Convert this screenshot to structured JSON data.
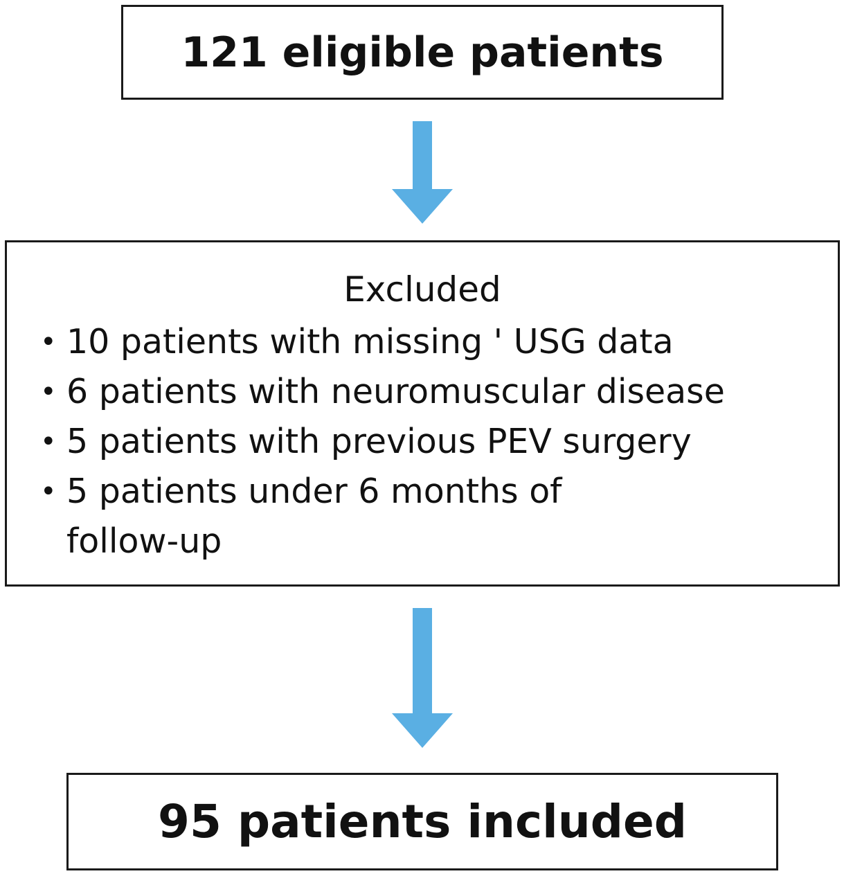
{
  "flowchart": {
    "top_box": {
      "text": "121 eligible patients"
    },
    "excluded_box": {
      "heading": "Excluded",
      "items": [
        "10 patients with missing ' USG data",
        "6 patients with neuromuscular disease",
        "5 patients with previous PEV surgery",
        "5 patients under 6 months of follow-up"
      ]
    },
    "bottom_box": {
      "text": "95 patients included"
    },
    "arrow_color": "#5aafe3",
    "border_color": "#1a1a1a"
  }
}
